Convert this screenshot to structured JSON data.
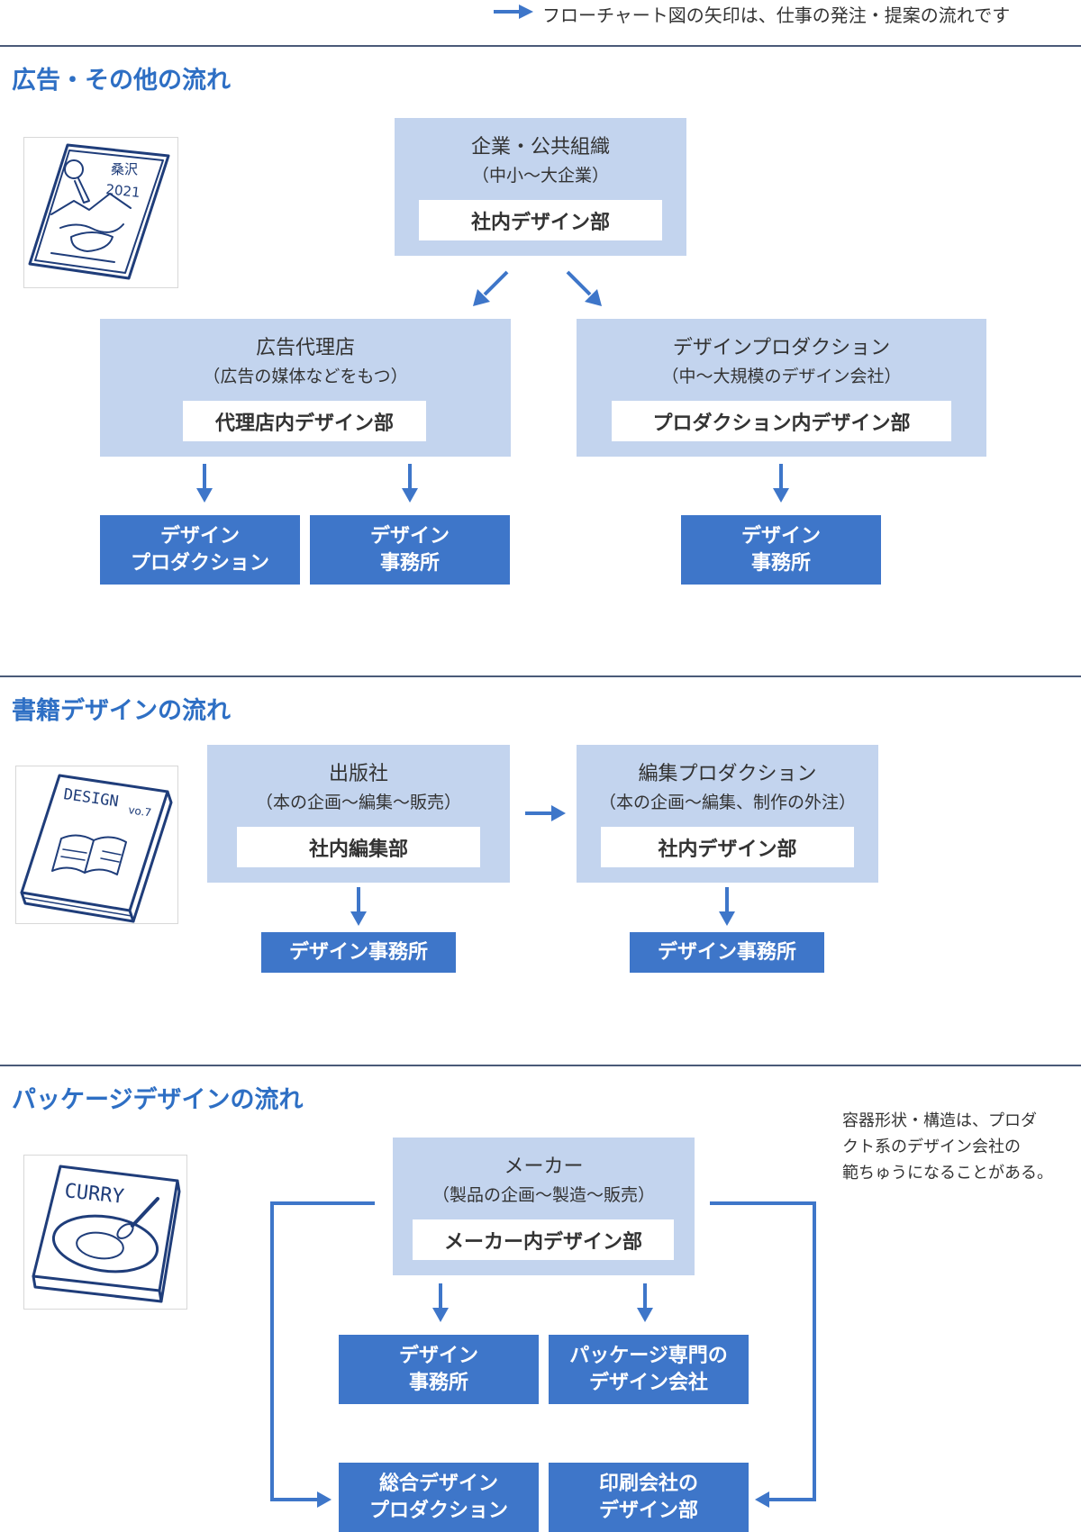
{
  "legend": {
    "text": "フローチャート図の矢印は、仕事の発注・提案の流れです",
    "arrow_color": "#3e76c9"
  },
  "colors": {
    "accent": "#2e6fc4",
    "light_box": "#c3d4ee",
    "dark_box": "#3e76c9",
    "rule": "#4a5a78"
  },
  "advertising": {
    "title": "広告・その他の流れ",
    "client": {
      "title": "企業・公共組織",
      "sub": "（中小〜大企業）",
      "dept": "社内デザイン部"
    },
    "agency": {
      "title": "広告代理店",
      "sub": "（広告の媒体などをもつ）",
      "dept": "代理店内デザイン部"
    },
    "production": {
      "title": "デザインプロダクション",
      "sub": "（中〜大規模のデザイン会社）",
      "dept": "プロダクション内デザイン部"
    },
    "agency_out": [
      {
        "line1": "デザイン",
        "line2": "プロダクション"
      },
      {
        "line1": "デザイン",
        "line2": "事務所"
      }
    ],
    "production_out": {
      "line1": "デザイン",
      "line2": "事務所"
    }
  },
  "book": {
    "title": "書籍デザインの流れ",
    "publisher": {
      "title": "出版社",
      "sub": "（本の企画〜編集〜販売）",
      "dept": "社内編集部"
    },
    "editorial": {
      "title": "編集プロダクション",
      "sub": "（本の企画〜編集、制作の外注）",
      "dept": "社内デザイン部"
    },
    "publisher_out": "デザイン事務所",
    "editorial_out": "デザイン事務所"
  },
  "package": {
    "title": "パッケージデザインの流れ",
    "maker": {
      "title": "メーカー",
      "sub": "（製品の企画〜製造〜販売）",
      "dept": "メーカー内デザイン部"
    },
    "note": [
      "容器形状・構造は、プロダ",
      "クト系のデザイン会社の",
      "範ちゅうになることがある。"
    ],
    "row1": [
      {
        "line1": "デザイン",
        "line2": "事務所"
      },
      {
        "line1": "パッケージ専門の",
        "line2": "デザイン会社"
      }
    ],
    "row2": [
      {
        "line1": "総合デザイン",
        "line2": "プロダクション"
      },
      {
        "line1": "印刷会社の",
        "line2": "デザイン部"
      }
    ]
  },
  "illustrations": {
    "calendar_text": [
      "桑沢",
      "2021"
    ],
    "book_text": [
      "DESIGN",
      "vo.7"
    ],
    "package_text": "CURRY"
  }
}
